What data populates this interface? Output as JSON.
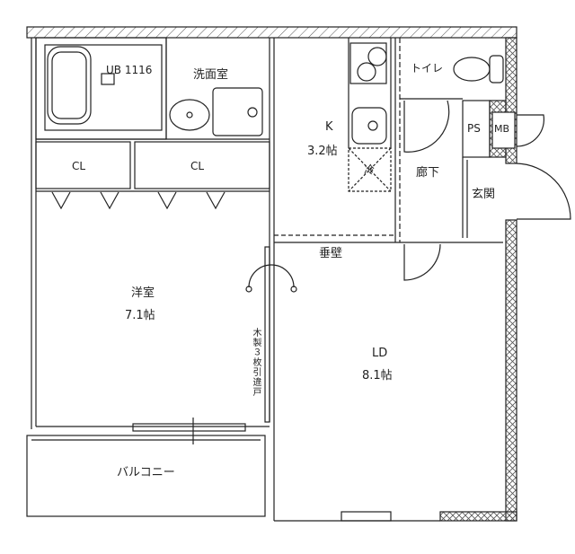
{
  "rooms": {
    "bath": "UB 1116",
    "washroom": "洗面室",
    "closet1": "CL",
    "closet2": "CL",
    "kitchen_name": "K",
    "kitchen_size": "3.2帖",
    "fridge": "冷",
    "toilet": "トイレ",
    "ps": "PS",
    "mb": "MB",
    "hallway": "廊下",
    "entrance": "玄関",
    "hanging_wall": "垂壁",
    "western_room_name": "洋室",
    "western_room_size": "7.1帖",
    "sliding_door": "木製３枚引違戸",
    "ld_name": "LD",
    "ld_size": "8.1帖",
    "balcony": "バルコニー"
  },
  "colors": {
    "line": "#222222",
    "hatch": "#555555"
  }
}
